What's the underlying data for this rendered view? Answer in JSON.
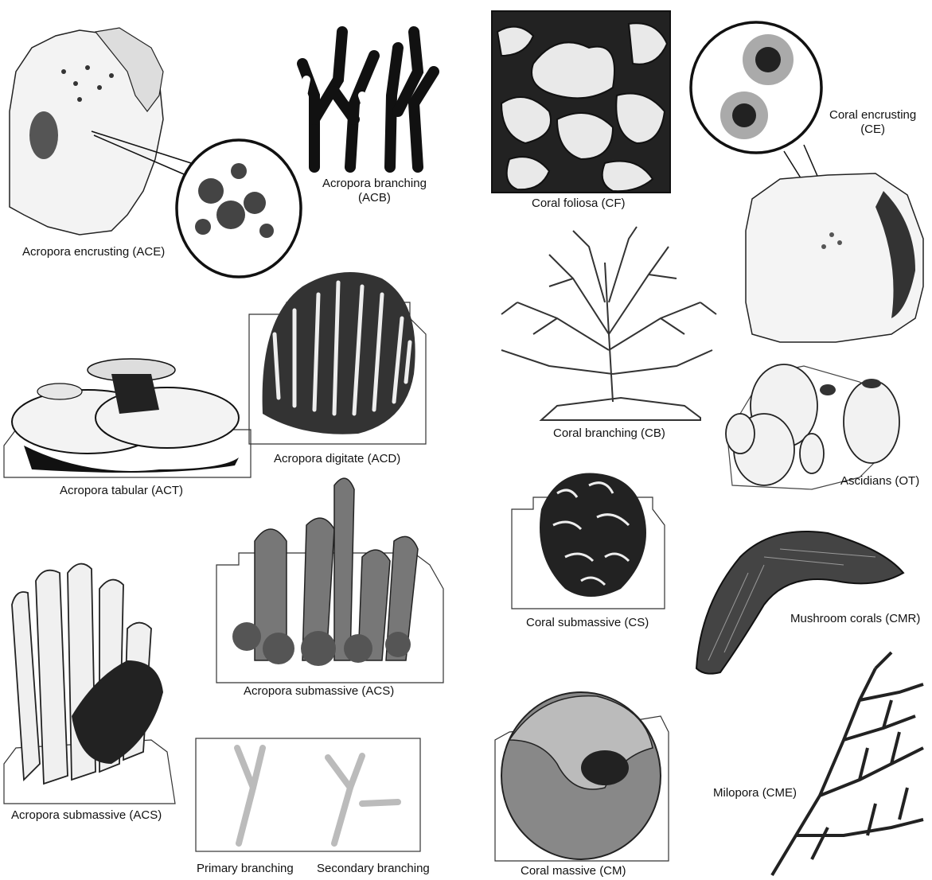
{
  "labels": {
    "ace": "Acropora encrusting (ACE)",
    "acb_line1": "Acropora branching",
    "acb_line2": "(ACB)",
    "cf": "Coral foliosa (CF)",
    "ce_line1": "Coral encrusting",
    "ce_line2": "(CE)",
    "act": "Acropora tabular (ACT)",
    "acd": "Acropora digitate (ACD)",
    "cb": "Coral branching (CB)",
    "ot": "Ascidians (OT)",
    "cs": "Coral submassive (CS)",
    "cmr": "Mushroom corals (CMR)",
    "acs_upper": "Acropora submassive (ACS)",
    "acs_lower": "Acropora submassive (ACS)",
    "primary": "Primary branching",
    "secondary": "Secondary branching",
    "cm": "Coral massive (CM)",
    "cme": "Milopora (CME)"
  }
}
